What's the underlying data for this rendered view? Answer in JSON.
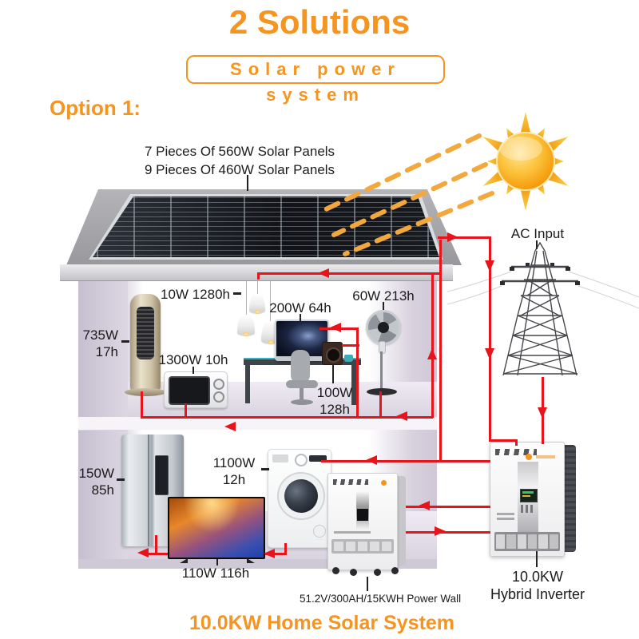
{
  "colors": {
    "accent": "#f5941f",
    "wire": "#e8141c"
  },
  "header": {
    "title": "2 Solutions",
    "badge": "Solar power system",
    "option_label": "Option 1:"
  },
  "roof_note": "7 Pieces Of 560W Solar Panels\n9 Pieces Of 460W Solar Panels",
  "grid": {
    "ac_input": "AC Input"
  },
  "labels": {
    "lights": "10W 1280h",
    "monitor": "200W 64h",
    "fan": "60W 213h",
    "tower_ac": "735W\n17h",
    "microwave": "1300W 10h",
    "speaker": "100W\n128h",
    "fridge": "150W\n85h",
    "washer": "1100W\n12h",
    "tv": "110W 116h",
    "powerwall": "51.2V/300AH/15KWH Power Wall",
    "inverter": "10.0KW\nHybrid Inverter"
  },
  "footer": {
    "system_title": "10.0KW Home Solar System"
  }
}
